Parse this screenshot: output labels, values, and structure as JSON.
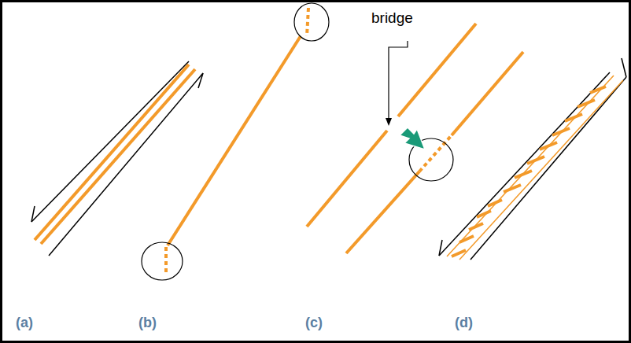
{
  "diagram": {
    "labels": [
      "bridge",
      "(a)",
      "(b)",
      "(c)",
      "(d)"
    ]
  }
}
